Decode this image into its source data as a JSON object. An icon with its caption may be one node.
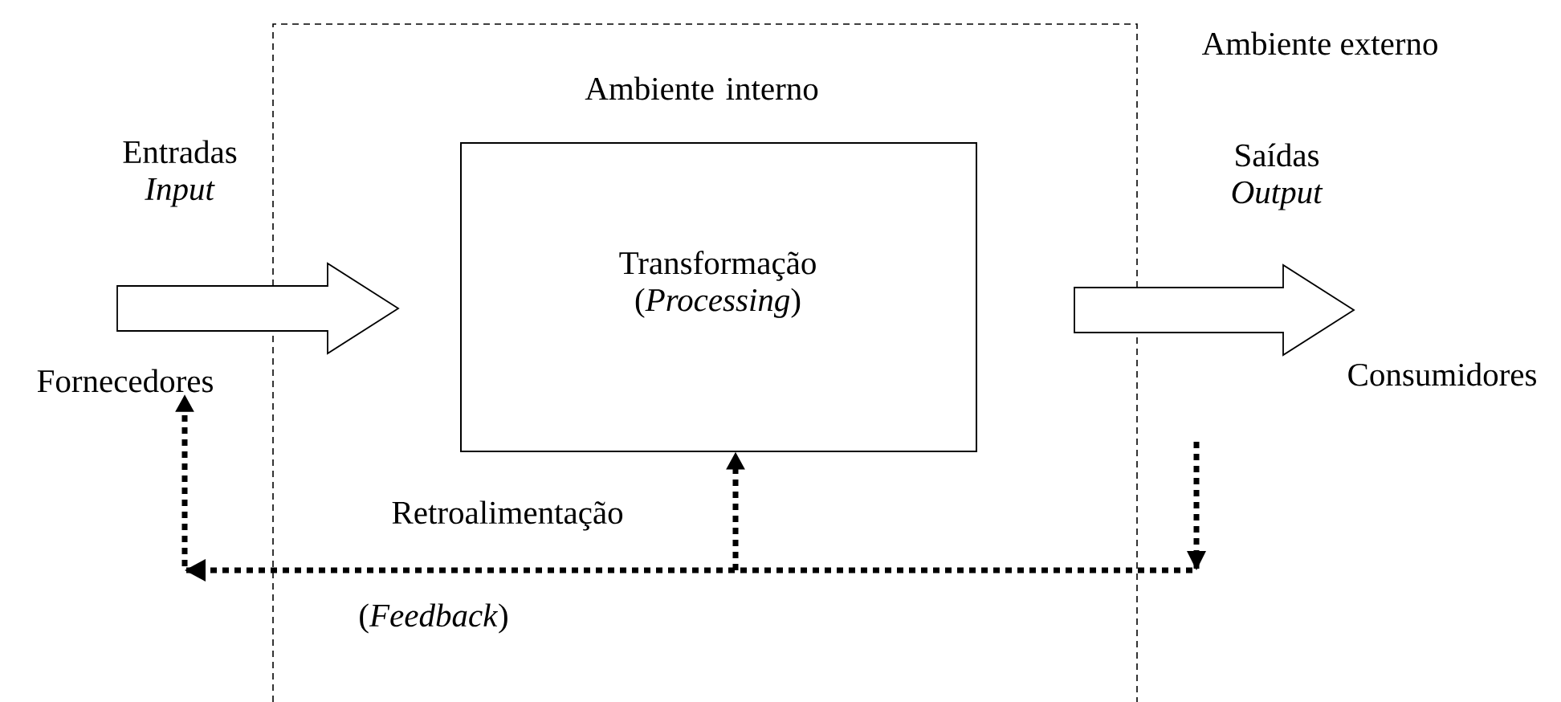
{
  "diagram": {
    "nodes": [
      {
        "text": [
          "Ambiente interno"
        ]
      },
      {
        "text": [
          "Transformação (*Processing*)"
        ],
        "in": 0
      },
      {
        "text": [
          "Fornecedores"
        ]
      },
      {
        "text": [
          "Consumidores"
        ]
      }
    ],
    "edges": [
      {
        "from": 2,
        "to": 1,
        "arrow": "to",
        "style": "thick",
        "label": "Entradas *Input*"
      },
      {
        "from": 1,
        "to": 3,
        "arrow": "to",
        "style": "thick",
        "label": "Saídas *Output*"
      },
      {
        "from": null,
        "to": 2,
        "arrow": "to",
        "style": "dashed"
      },
      {
        "from": null,
        "to": 1,
        "arrow": "to",
        "style": "dashed"
      }
    ],
    "labels": [
      "Ambiente externo",
      "Retroalimentação",
      "(*Feedback*)"
    ]
  }
}
